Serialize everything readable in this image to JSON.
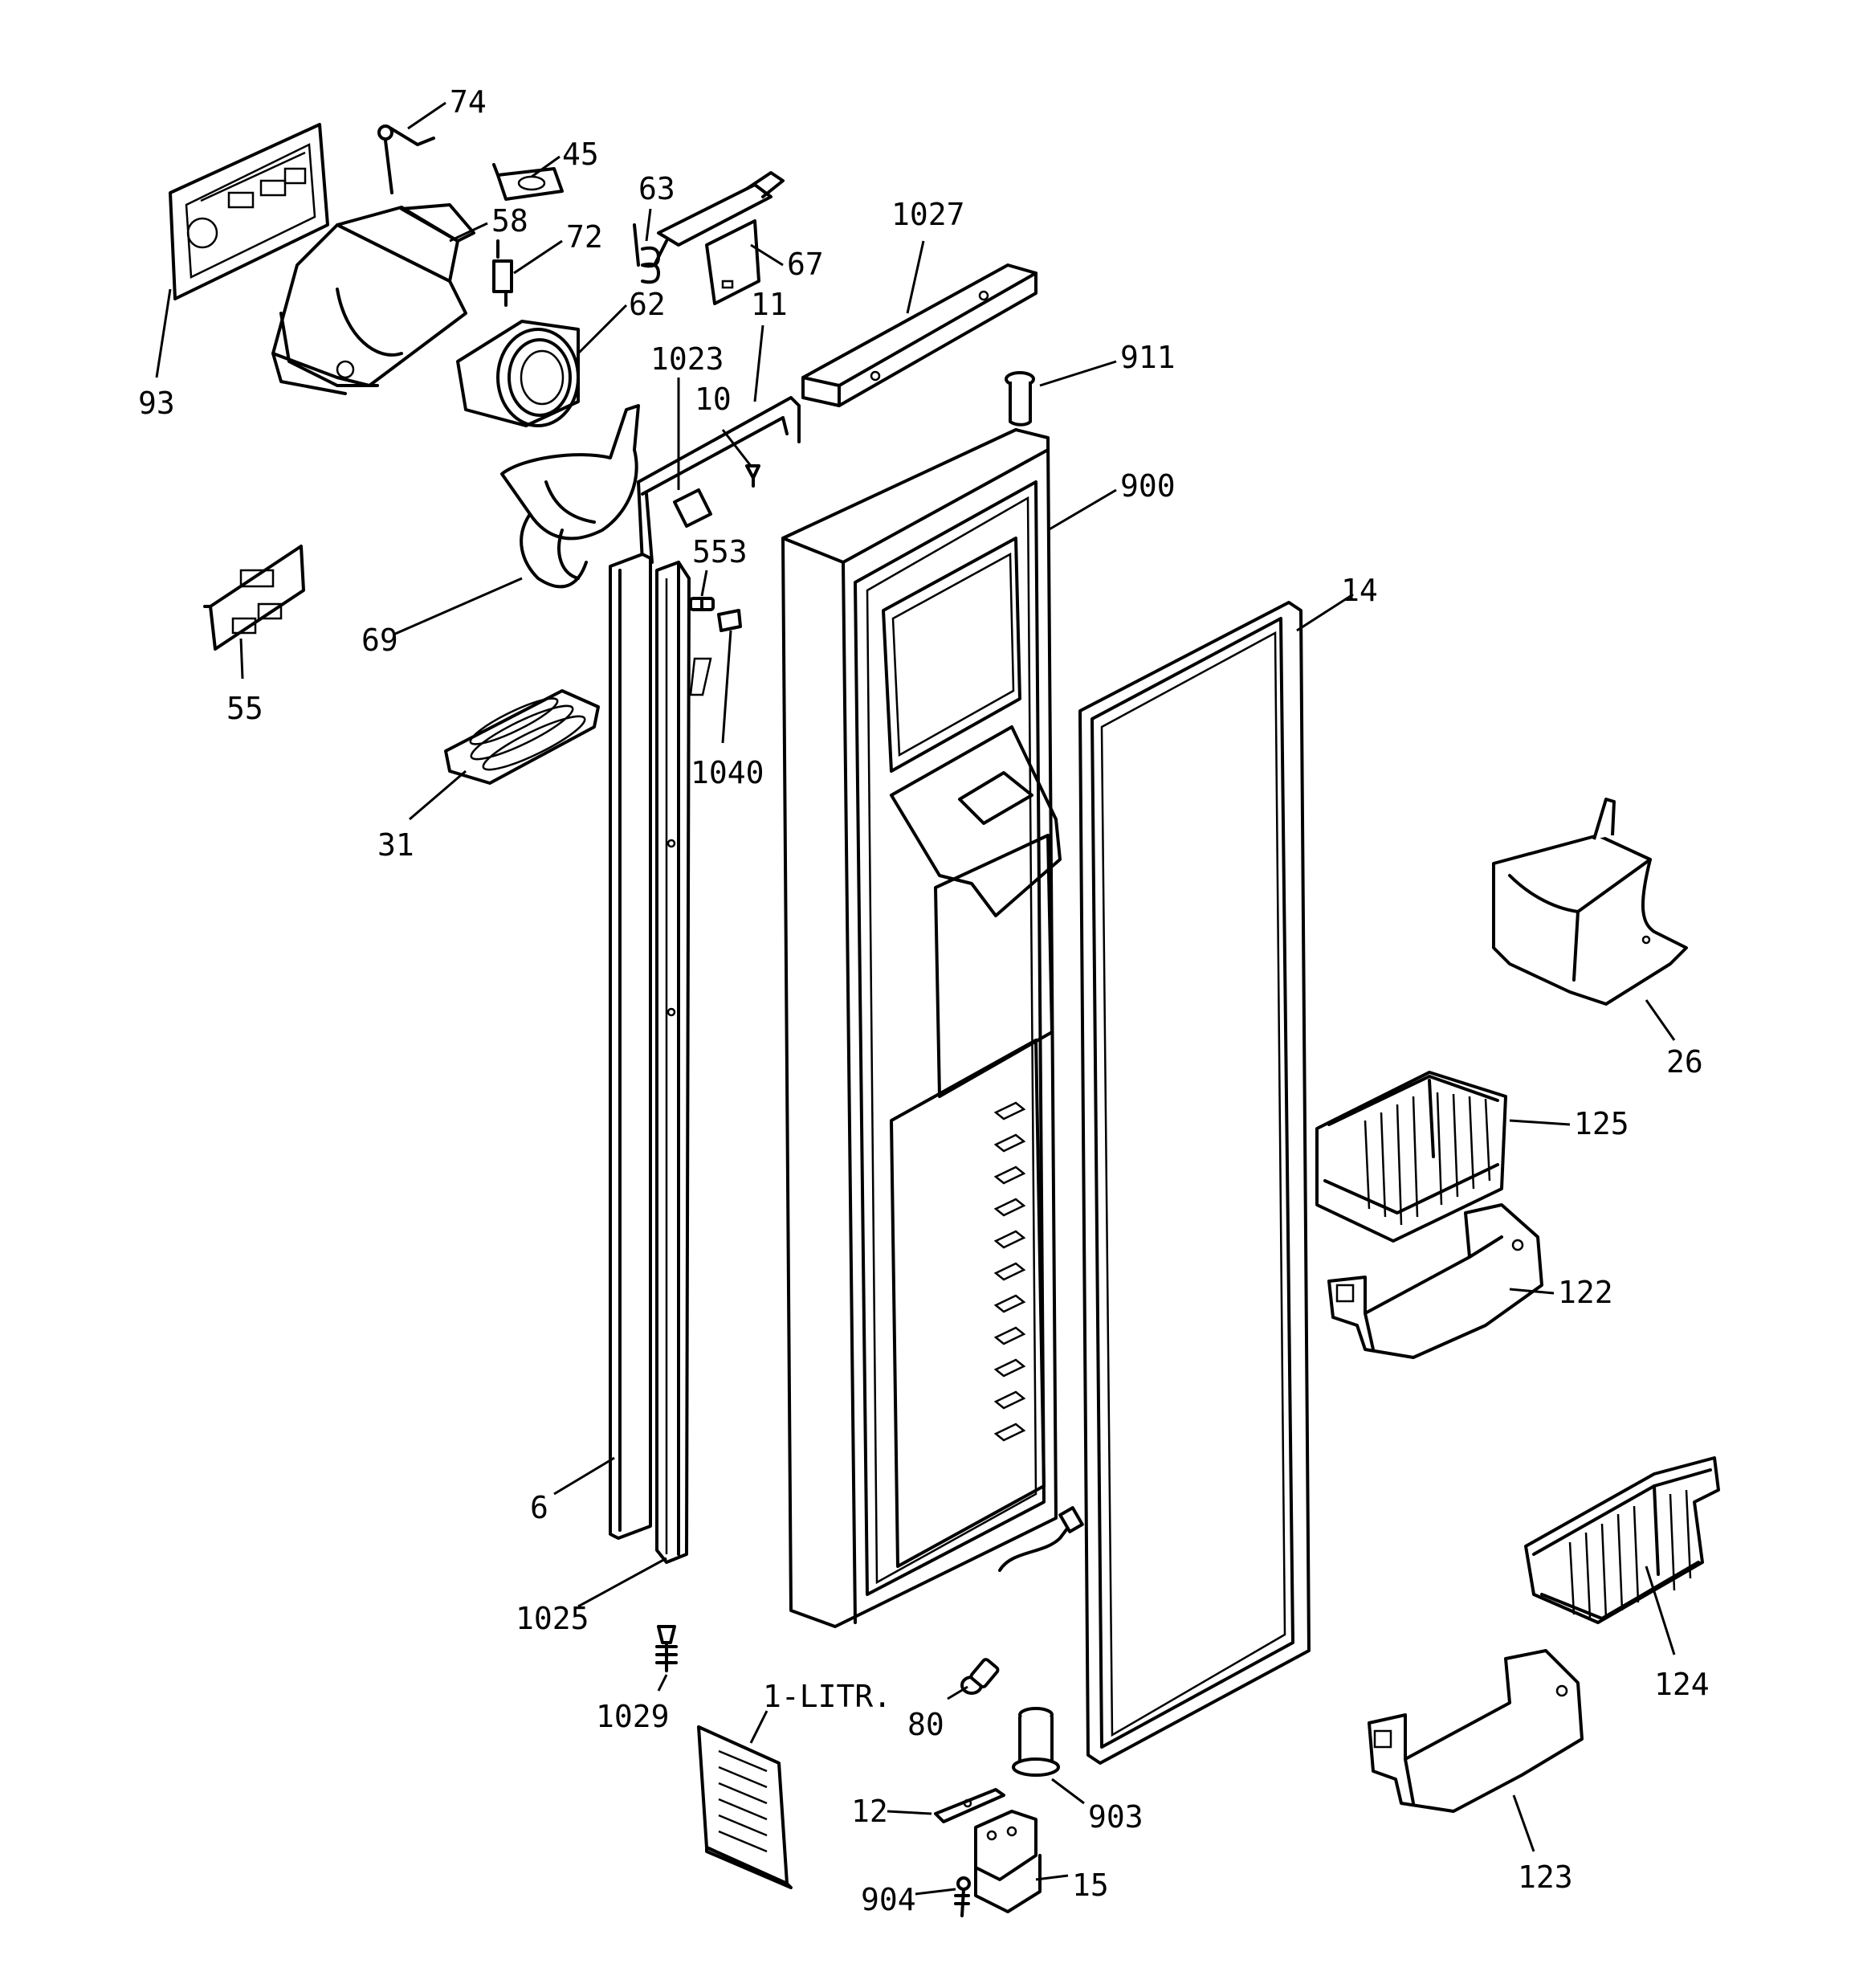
{
  "callouts": [
    {
      "id": "74",
      "text": "74"
    },
    {
      "id": "45",
      "text": "45"
    },
    {
      "id": "63",
      "text": "63"
    },
    {
      "id": "58",
      "text": "58"
    },
    {
      "id": "72",
      "text": "72"
    },
    {
      "id": "67",
      "text": "67"
    },
    {
      "id": "1027",
      "text": "1027"
    },
    {
      "id": "62",
      "text": "62"
    },
    {
      "id": "11",
      "text": "11"
    },
    {
      "id": "1023",
      "text": "1023"
    },
    {
      "id": "93",
      "text": "93"
    },
    {
      "id": "10",
      "text": "10"
    },
    {
      "id": "911",
      "text": "911"
    },
    {
      "id": "900",
      "text": "900"
    },
    {
      "id": "553",
      "text": "553"
    },
    {
      "id": "14",
      "text": "14"
    },
    {
      "id": "69",
      "text": "69"
    },
    {
      "id": "55",
      "text": "55"
    },
    {
      "id": "1040",
      "text": "1040"
    },
    {
      "id": "31",
      "text": "31"
    },
    {
      "id": "26",
      "text": "26"
    },
    {
      "id": "125",
      "text": "125"
    },
    {
      "id": "122",
      "text": "122"
    },
    {
      "id": "6",
      "text": "6"
    },
    {
      "id": "1025",
      "text": "1025"
    },
    {
      "id": "124",
      "text": "124"
    },
    {
      "id": "1029",
      "text": "1029"
    },
    {
      "id": "1-LITR.",
      "text": "1-LITR."
    },
    {
      "id": "80",
      "text": "80"
    },
    {
      "id": "903",
      "text": "903"
    },
    {
      "id": "12",
      "text": "12"
    },
    {
      "id": "123",
      "text": "123"
    },
    {
      "id": "15",
      "text": "15"
    },
    {
      "id": "904",
      "text": "904"
    }
  ]
}
